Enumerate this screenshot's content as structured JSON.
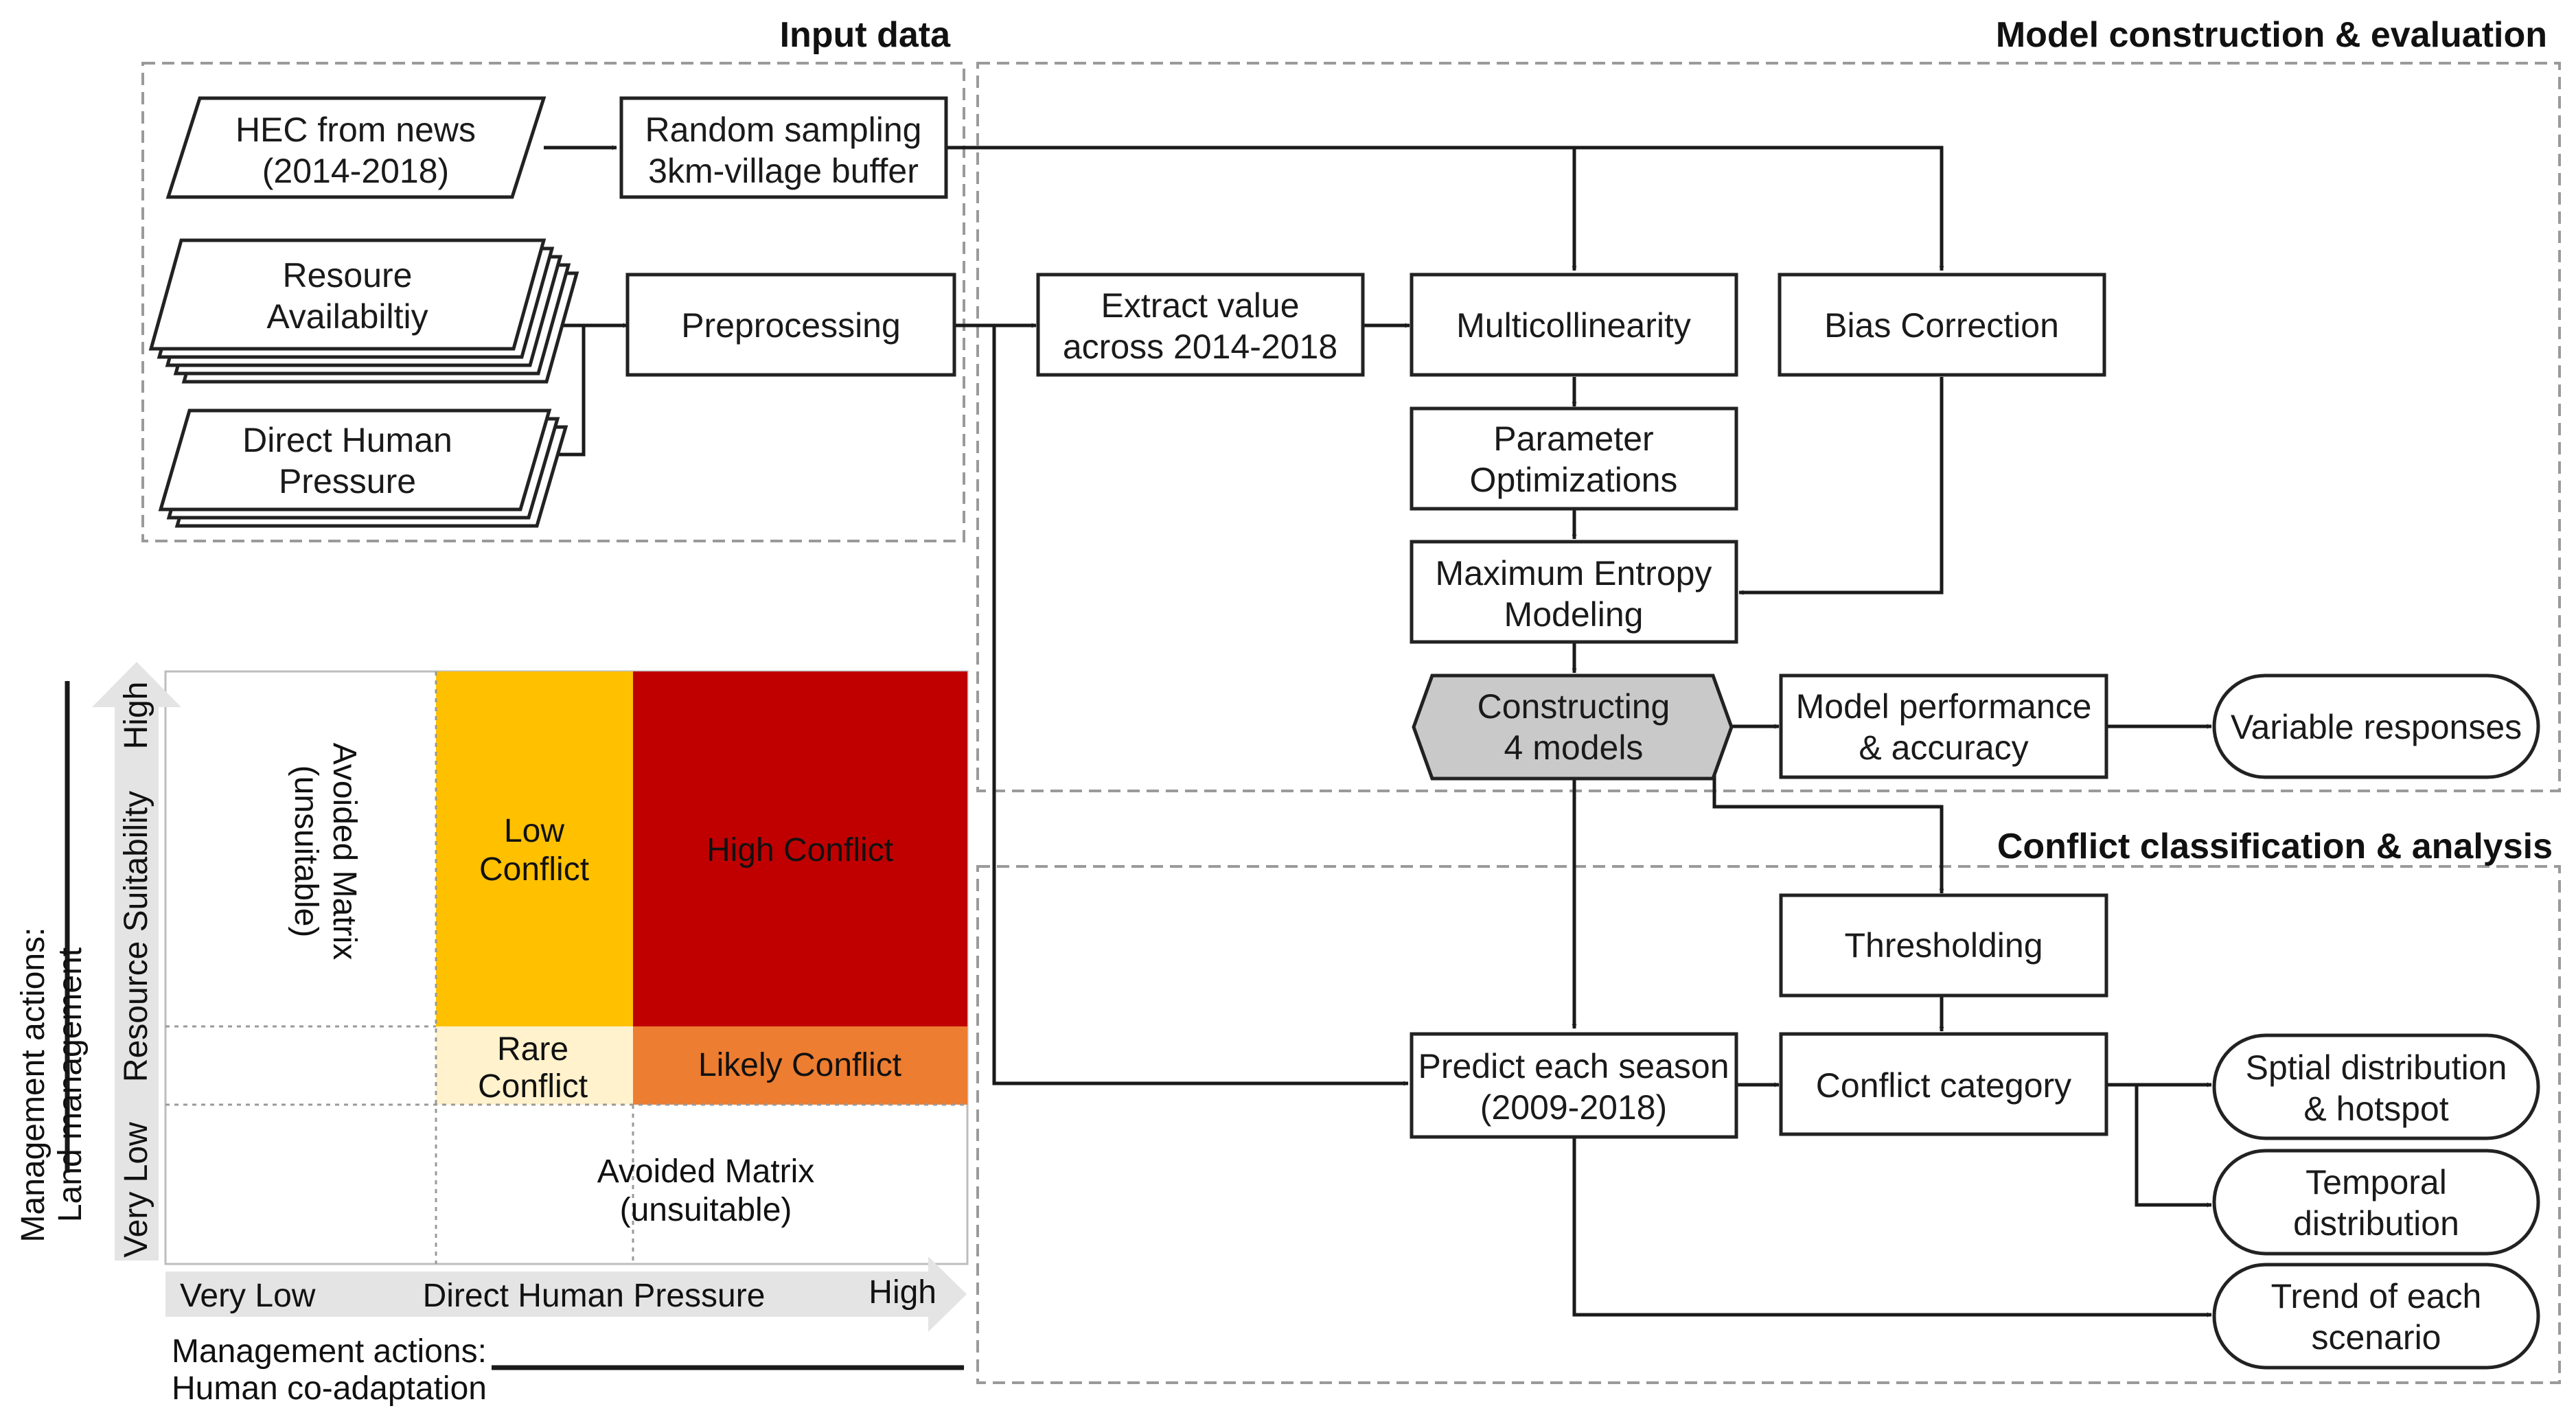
{
  "sections": {
    "input": "Input data",
    "model": "Model construction & evaluation",
    "conflict": "Conflict classification & analysis"
  },
  "nodes": {
    "hec": [
      "HEC from news",
      "(2014-2018)"
    ],
    "random": [
      "Random sampling",
      "3km-village buffer"
    ],
    "resource": [
      "Resoure",
      "Availabiltiy"
    ],
    "human": [
      "Direct Human",
      "Pressure"
    ],
    "preproc": [
      "Preprocessing"
    ],
    "extract": [
      "Extract value",
      "across 2014-2018"
    ],
    "multi": [
      "Multicollinearity"
    ],
    "bias": [
      "Bias Correction"
    ],
    "param": [
      "Parameter",
      "Optimizations"
    ],
    "maxent": [
      "Maximum Entropy",
      "Modeling"
    ],
    "construct": [
      "Constructing",
      "4 models"
    ],
    "perf": [
      "Model performance",
      "& accuracy"
    ],
    "varresp": [
      "Variable responses"
    ],
    "thresh": [
      "Thresholding"
    ],
    "predict": [
      "Predict each season",
      "(2009-2018)"
    ],
    "category": [
      "Conflict category"
    ],
    "spatial": [
      "Sptial distribution",
      "& hotspot"
    ],
    "temporal": [
      "Temporal",
      "distribution"
    ],
    "trend": [
      "Trend of each",
      "scenario"
    ]
  },
  "matrix": {
    "low_conflict": [
      "Low",
      "Conflict"
    ],
    "high_conflict": "High Conflict",
    "rare_conflict": [
      "Rare",
      "Conflict"
    ],
    "likely_conflict": "Likely Conflict",
    "avoided_top": [
      "Avoided Matrix",
      "(unsuitable)"
    ],
    "avoided_bottom": [
      "Avoided Matrix",
      "(unsuitable)"
    ],
    "x_axis": {
      "low": "Very Low",
      "title": "Direct Human Pressure",
      "high": "High"
    },
    "y_axis": {
      "low": "Very Low",
      "title": "Resource Suitability",
      "high": "High"
    },
    "mgmt_land": [
      "Management actions:",
      "Land management"
    ],
    "mgmt_human": [
      "Management actions:",
      "Human co-adaptation"
    ],
    "colors": {
      "low_conflict": "#FFC000",
      "high_conflict": "#C00000",
      "rare_conflict": "#FFF2CC",
      "likely_conflict": "#ED7D31",
      "axis_band": "#E4E4E4"
    }
  }
}
